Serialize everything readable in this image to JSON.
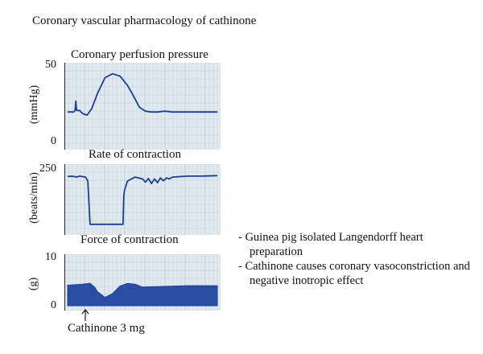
{
  "figure_title": "Coronary vascular pharmacology of cathinone",
  "annotation": "Cathinone 3 mg",
  "notes": [
    "- Guinea pig isolated Langendorff heart preparation",
    "- Cathinone causes coronary vasoconstriction and negative inotropic effect"
  ],
  "colors": {
    "paper": "#dfe9ef",
    "grid": "#b7c9d8",
    "trace": "#1e3f8f",
    "fill": "#2a4ea3"
  },
  "chart_data": [
    {
      "type": "line",
      "title": "Coronary perfusion pressure",
      "ylabel": "(mmHg)",
      "yticks": [
        "50",
        "0"
      ],
      "ylim": [
        0,
        50
      ],
      "x": [
        0,
        0.02,
        0.04,
        0.05,
        0.055,
        0.06,
        0.08,
        0.1,
        0.13,
        0.16,
        0.2,
        0.25,
        0.3,
        0.35,
        0.4,
        0.43,
        0.48,
        0.52,
        0.56,
        0.6,
        0.65,
        0.7,
        0.8,
        0.9,
        1.0
      ],
      "values": [
        20,
        20,
        20,
        21,
        27,
        21,
        21,
        19,
        18,
        22,
        32,
        42,
        44.5,
        43,
        37,
        32,
        23,
        20.5,
        20,
        20,
        20.5,
        20,
        20,
        20,
        20
      ]
    },
    {
      "type": "line",
      "title": "Rate of contraction",
      "ylabel": "(beats/min)",
      "yticks": [
        "250"
      ],
      "ylim": [
        0,
        250
      ],
      "x": [
        0,
        0.04,
        0.06,
        0.08,
        0.1,
        0.12,
        0.135,
        0.15,
        0.2,
        0.3,
        0.35,
        0.37,
        0.375,
        0.38,
        0.4,
        0.45,
        0.5,
        0.52,
        0.54,
        0.56,
        0.58,
        0.6,
        0.62,
        0.64,
        0.66,
        0.68,
        0.7,
        0.75,
        0.8,
        0.9,
        1.0
      ],
      "values": [
        225,
        225,
        222,
        226,
        224,
        222,
        205,
        18,
        18,
        18,
        18,
        18,
        140,
        165,
        205,
        222,
        214,
        200,
        216,
        194,
        214,
        198,
        218,
        206,
        218,
        214,
        222,
        224,
        226,
        226,
        228
      ]
    },
    {
      "type": "area",
      "title": "Force of contraction",
      "ylabel": "(g)",
      "yticks": [
        "10",
        "0"
      ],
      "ylim": [
        0,
        10
      ],
      "x": [
        0,
        0.05,
        0.1,
        0.15,
        0.18,
        0.2,
        0.25,
        0.3,
        0.35,
        0.4,
        0.45,
        0.5,
        0.6,
        0.7,
        0.8,
        0.9,
        1.0
      ],
      "values": [
        4.4,
        4.5,
        4.6,
        4.8,
        4.0,
        3.0,
        1.8,
        2.6,
        4.2,
        4.8,
        4.6,
        4.0,
        4.1,
        4.2,
        4.3,
        4.3,
        4.3
      ]
    }
  ]
}
